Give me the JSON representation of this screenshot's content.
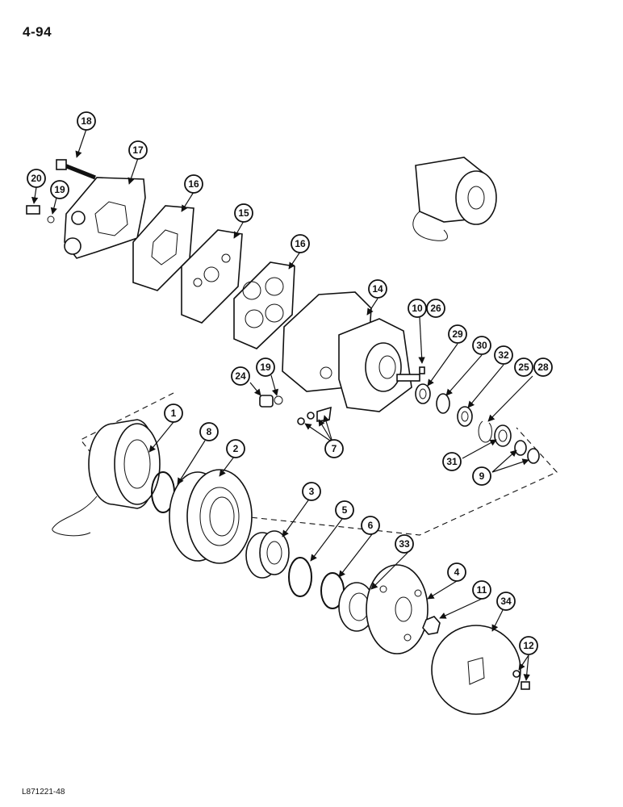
{
  "page_number": "4-94",
  "figure_code": "L871221-48",
  "callouts": [
    "18",
    "17",
    "20",
    "19",
    "16",
    "15",
    "16",
    "14",
    "10",
    "26",
    "29",
    "30",
    "32",
    "25",
    "28",
    "24",
    "19",
    "7",
    "1",
    "8",
    "2",
    "31",
    "9",
    "3",
    "5",
    "6",
    "33",
    "4",
    "11",
    "34",
    "12"
  ]
}
